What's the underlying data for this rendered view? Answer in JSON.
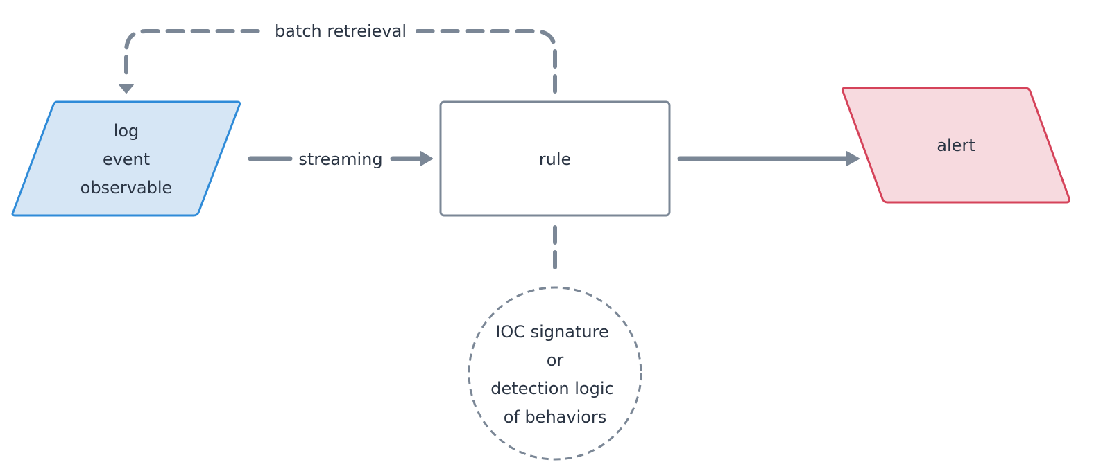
{
  "nodes": {
    "log": {
      "lines": [
        "log",
        "event",
        "observable"
      ],
      "fill": "#d6e6f5",
      "stroke": "#2f8bd8"
    },
    "rule": {
      "lines": [
        "rule"
      ],
      "fill": "#ffffff",
      "stroke": "#7b8796"
    },
    "alert": {
      "lines": [
        "alert"
      ],
      "fill": "#f7dadf",
      "stroke": "#d5435a"
    },
    "ioc": {
      "lines": [
        "IOC signature",
        "or",
        "detection logic",
        "of behaviors"
      ],
      "fill": "#ffffff",
      "stroke": "#7b8796"
    }
  },
  "edges": {
    "streaming": {
      "label": "streaming",
      "style": "solid"
    },
    "batch": {
      "label": "batch retreieval",
      "style": "dashed"
    },
    "to_alert": {
      "label": "",
      "style": "solid"
    },
    "ioc_link": {
      "label": "",
      "style": "dashed"
    }
  },
  "colors": {
    "edge": "#7b8796",
    "text": "#2a3443"
  }
}
